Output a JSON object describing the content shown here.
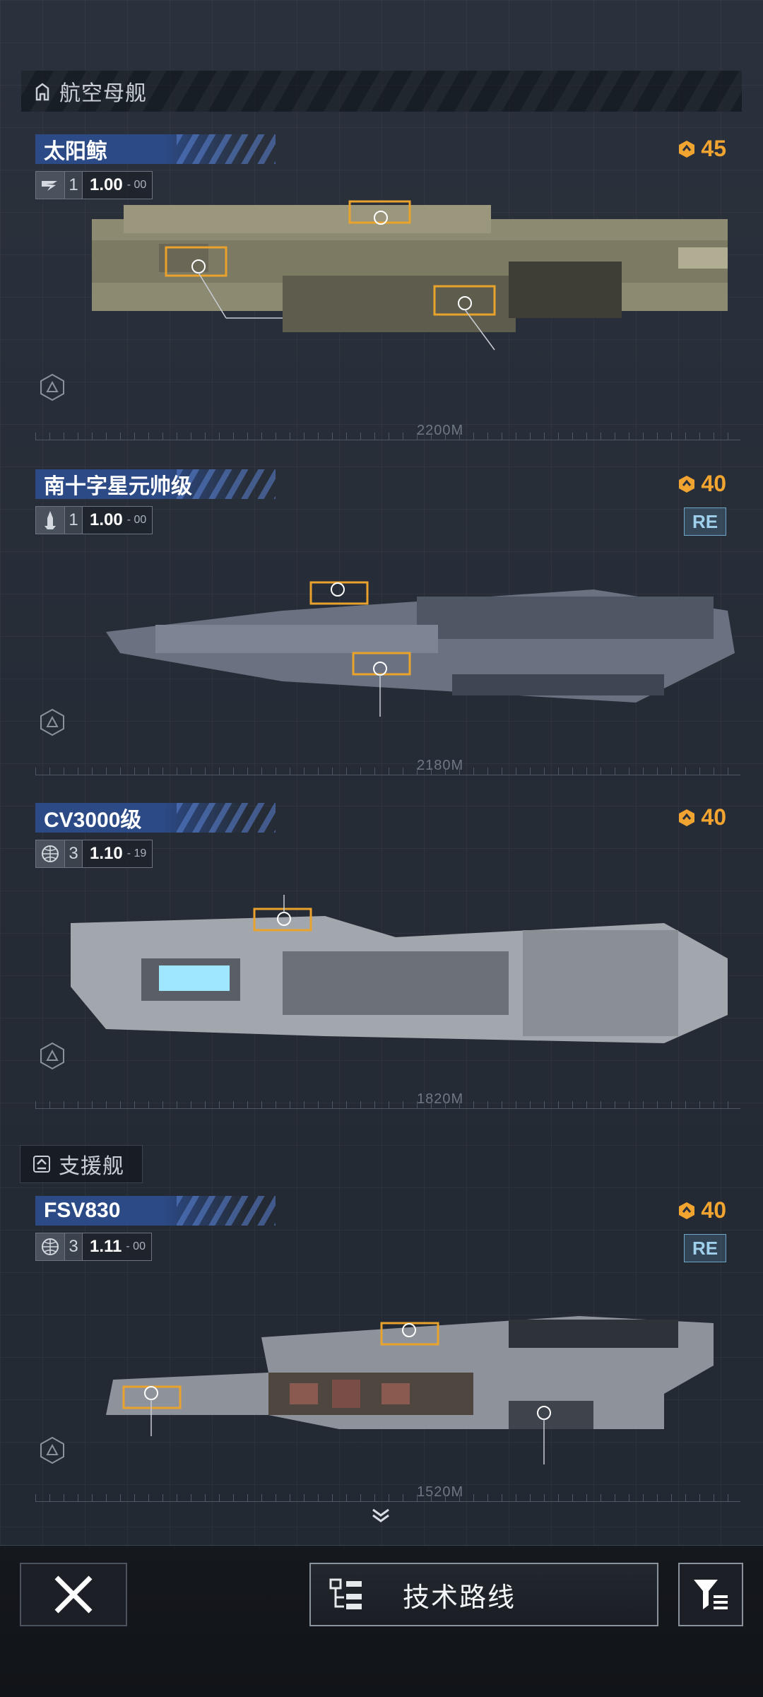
{
  "sections": {
    "carrier": {
      "title": "航空母舰",
      "icon": "hangar-icon"
    },
    "support": {
      "title": "支援舰",
      "icon": "support-upgrade-icon"
    }
  },
  "ships": [
    {
      "name": "太阳鲸",
      "faction_icon": "faction-swoosh-icon",
      "tier": "1",
      "level": "1.00",
      "level_sub": "- 00",
      "cost": "45",
      "re": "",
      "length": "2200M"
    },
    {
      "name": "南十字星元帅级",
      "faction_icon": "faction-rocket-icon",
      "tier": "1",
      "level": "1.00",
      "level_sub": "- 00",
      "cost": "40",
      "re": "RE",
      "length": "2180M"
    },
    {
      "name": "CV3000级",
      "faction_icon": "faction-globe-icon",
      "tier": "3",
      "level": "1.10",
      "level_sub": "- 19",
      "cost": "40",
      "re": "",
      "length": "1820M"
    },
    {
      "name": "FSV830",
      "faction_icon": "faction-globe-icon",
      "tier": "3",
      "level": "1.11",
      "level_sub": "- 00",
      "cost": "40",
      "re": "RE",
      "length": "1520M"
    }
  ],
  "footer": {
    "tech_route_label": "技术路线"
  },
  "colors": {
    "cost": "#f2a431",
    "name_plate": "#2c4a86",
    "re_badge": "#9fd0ec"
  }
}
